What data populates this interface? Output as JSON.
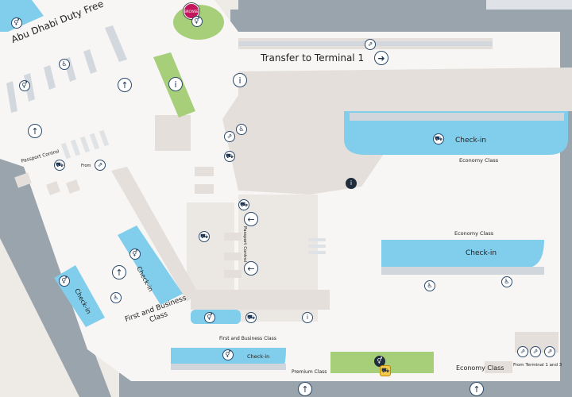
{
  "map": {
    "labels": {
      "duty_free": "Abu Dhabi Duty Free",
      "transfer_t1": "Transfer to Terminal 1",
      "checkin": "Check-in",
      "economy_class": "Economy Class",
      "passport_control": "Passport Control",
      "from": "From",
      "first_business_class": "First and Business Class",
      "first_and_business_class_2": "First and Business Class",
      "premium_class": "Premium Class",
      "from_terminals": "From Terminal 1 and 3"
    },
    "brand_badge": "BROWSE",
    "colors": {
      "floor": "#f7f6f4",
      "building": "#e4dfda",
      "background": "#eeebe7",
      "wall": "#9aa4ad",
      "checkin_area": "#80cdec",
      "green_area": "#a7cf7a",
      "icon_border": "#2c4a6b",
      "brand": "#c2185b"
    },
    "icons": [
      {
        "name": "transfer-arrow-icon",
        "glyph": "➜"
      },
      {
        "name": "arrow-left-icon",
        "glyph": "←"
      },
      {
        "name": "arrow-up-icon",
        "glyph": "↑"
      },
      {
        "name": "restroom-icon",
        "glyph": "⚥"
      },
      {
        "name": "info-icon",
        "glyph": "i"
      },
      {
        "name": "escalator-icon",
        "glyph": "⇗"
      },
      {
        "name": "wheelchair-icon",
        "glyph": "♿"
      },
      {
        "name": "baggage-icon",
        "glyph": "⛟"
      }
    ]
  }
}
